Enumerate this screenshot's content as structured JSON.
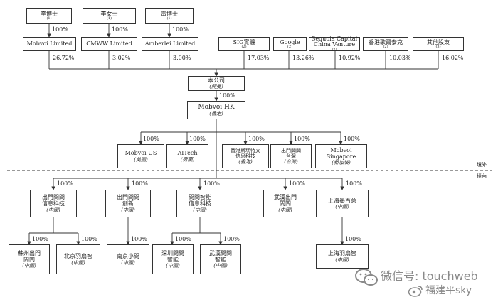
{
  "shareholders": {
    "dr_li": {
      "name": "李博士",
      "note": "(1)"
    },
    "ms_li": {
      "name": "李女士",
      "note": "(1)"
    },
    "dr_lei": {
      "name": "雷博士",
      "note": "(1)"
    },
    "mobvoi_limited": {
      "name": "Mobvoi Limited",
      "pct": "26.72%",
      "parent_pct": "100%"
    },
    "cmww_limited": {
      "name": "CMWW Limited",
      "pct": "3.02%",
      "parent_pct": "100%"
    },
    "amberlei_limited": {
      "name": "Amberlei Limited",
      "pct": "3.00%",
      "parent_pct": "100%"
    },
    "sig": {
      "name": "SIG實體",
      "note": "(2)",
      "pct": "17.03%"
    },
    "google": {
      "name": "Google",
      "note": "(2)",
      "pct": "13.26%"
    },
    "sequoia": {
      "line1": "Sequoia Capital",
      "line2": "China Venture",
      "note": "(2)",
      "pct": "10.92%"
    },
    "hk_rongxin": {
      "name": "香港歌爾泰克",
      "note": "(2)",
      "pct": "10.03%"
    },
    "others": {
      "name": "其他股東",
      "note": "(3)",
      "pct": "16.02%"
    }
  },
  "company": {
    "name": "本公司",
    "loc": "(開曼)",
    "pct": "100%"
  },
  "mobvoi_hk": {
    "name": "Mobvoi HK",
    "loc": "(香港)"
  },
  "overseas_subs": [
    {
      "line1": "Mobvoi US",
      "loc": "(美國)",
      "pct": "100%"
    },
    {
      "line1": "AITech",
      "loc": "(荷蘭)",
      "pct": "100%"
    },
    {
      "line1": "香港斯瑪特文",
      "line2": "信息科技",
      "loc": "(香港)",
      "pct": "100%"
    },
    {
      "line1": "出門問問",
      "line2": "台灣",
      "loc": "(台灣)",
      "pct": "100%"
    },
    {
      "line1": "Mobvoi",
      "line2": "Singapore",
      "loc": "(新加坡)",
      "pct": "100%"
    }
  ],
  "boundary": {
    "overseas": "境外",
    "domestic": "境內"
  },
  "domestic_subs": [
    {
      "line1": "出門問問",
      "line2": "信息科技",
      "loc": "(中國)",
      "pct": "100%"
    },
    {
      "line1": "出門問問",
      "line2": "創新",
      "loc": "(中國)",
      "pct": "100%"
    },
    {
      "line1": "問問智能",
      "line2": "信息科技",
      "loc": "(中國)",
      "pct": "100%"
    },
    {
      "line1": "武漢出門",
      "line2": "問問",
      "loc": "(中國)",
      "pct": "100%"
    },
    {
      "line1": "上海墨百意",
      "line2": "",
      "loc": "(中國)",
      "pct": "100%"
    }
  ],
  "third_level": [
    {
      "line1": "蘇州出門",
      "line2": "問問",
      "loc": "(中國)",
      "pct": "100%"
    },
    {
      "line1": "北京羽扇智",
      "line2": "",
      "loc": "(中國)",
      "pct": "100%"
    },
    {
      "line1": "南京小問",
      "line2": "",
      "loc": "(中國)",
      "pct": "100%"
    },
    {
      "line1": "深圳問問",
      "line2": "智能",
      "loc": "(中國)",
      "pct": "100%"
    },
    {
      "line1": "武漢問問",
      "line2": "智能",
      "loc": "(中國)",
      "pct": "100%"
    },
    {
      "line1": "上海羽扇智",
      "line2": "",
      "loc": "(中國)",
      "pct": "100%"
    }
  ],
  "watermark": {
    "line1": "微信号: touchweb",
    "line2": "福建平sky"
  }
}
